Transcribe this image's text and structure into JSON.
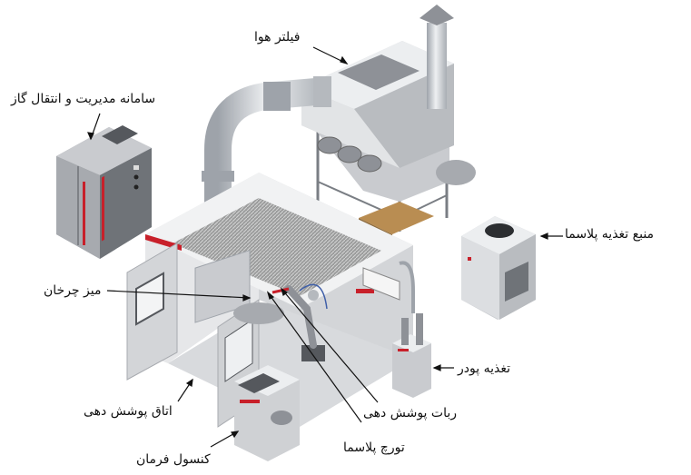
{
  "labels": {
    "air_filter": "فیلتر هوا",
    "gas_management": "سامانه مدیریت و انتقال گاز",
    "rotary_table": "میز چرخان",
    "plasma_power_supply": "منبع تغذیه پلاسما",
    "powder_feeder": "تغذیه پودر",
    "spray_robot": "ربات پوشش دهی",
    "spray_booth": "اتاق پوشش دهی",
    "plasma_torch": "تورچ پلاسما",
    "control_console": "کنسول فرمان"
  },
  "colors": {
    "accent_red": "#c8202a",
    "metal_light": "#e6e7e9",
    "metal_mid": "#c9cbcf",
    "metal_dark": "#8e9197",
    "cabinet_dark": "#6f7378",
    "wood": "#b98d52"
  }
}
